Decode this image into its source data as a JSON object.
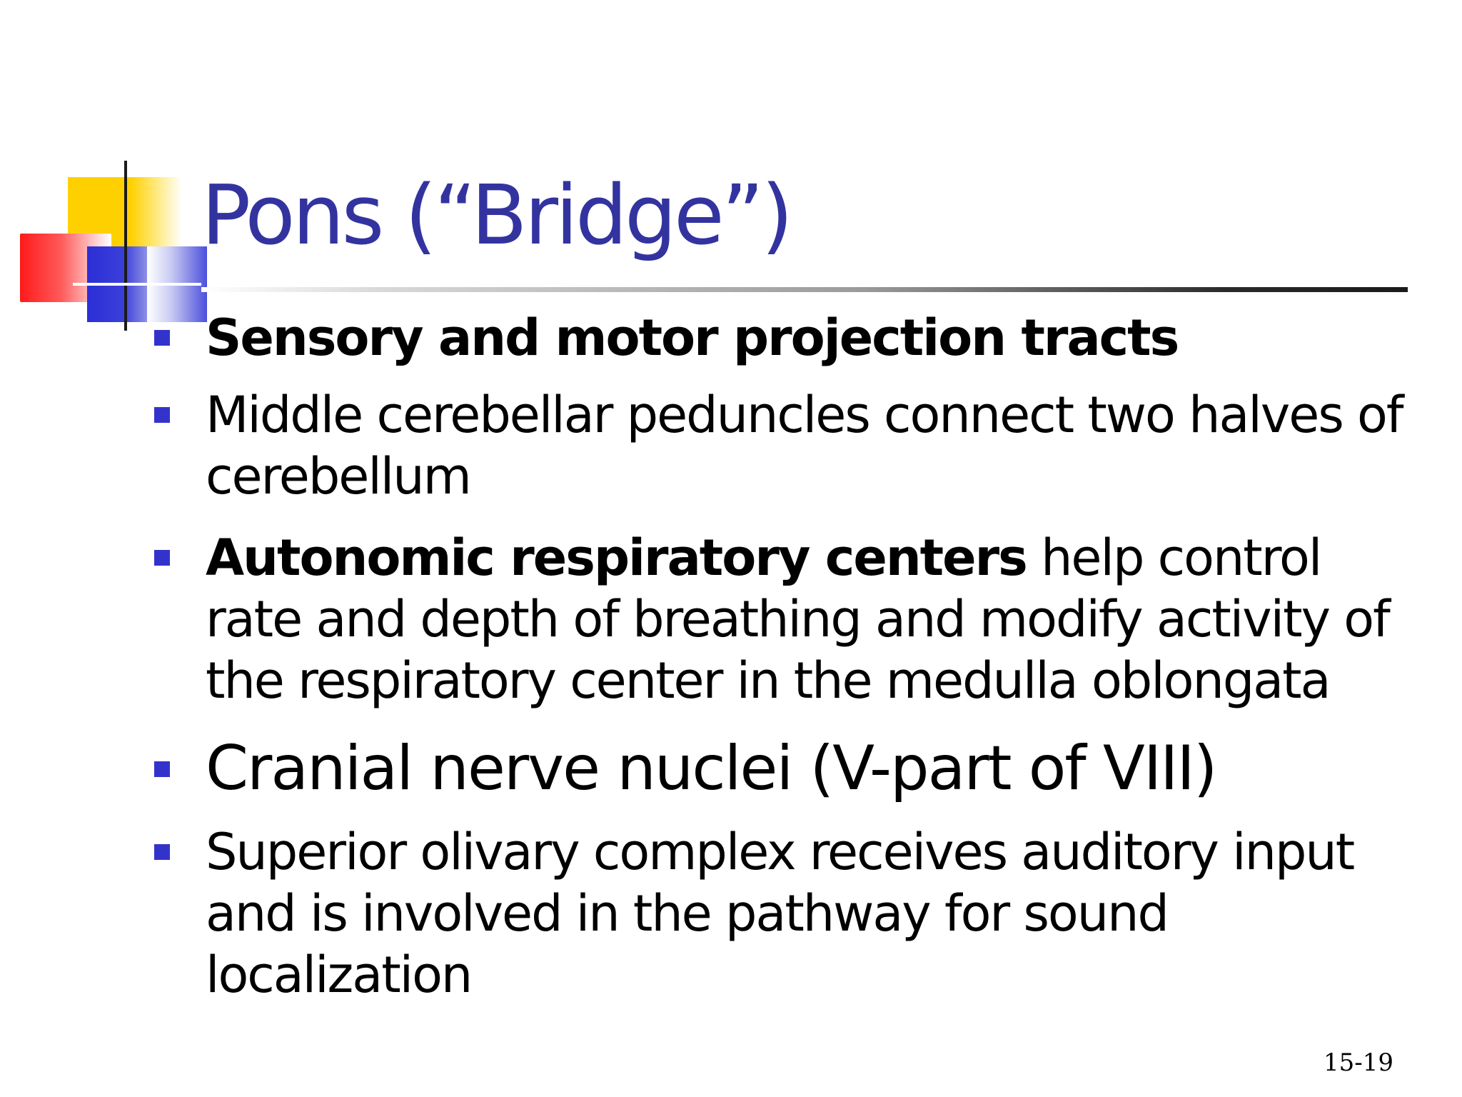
{
  "slide": {
    "title": "Pons (“Bridge”)",
    "bullets": [
      {
        "bold": "Sensory and motor projection tracts",
        "rest": ""
      },
      {
        "bold": "",
        "rest": "Middle cerebellar peduncles connect two halves of cerebellum"
      },
      {
        "bold": "Autonomic respiratory centers",
        "rest": " help control rate and depth of breathing and modify activity of the respiratory center in the medulla oblongata"
      },
      {
        "bold": "",
        "rest": "Cranial nerve nuclei (V-part of VIII)"
      },
      {
        "bold": "",
        "rest": "Superior olivary complex receives auditory input and is involved in the pathway for sound localization"
      }
    ],
    "slide_number": "15-19"
  },
  "colors": {
    "title": "#3333a0",
    "bullet_marker": "#3333cc",
    "accent_yellow": "#ffd000",
    "accent_red": "#ff1a1a",
    "accent_blue": "#2b2fd6"
  }
}
